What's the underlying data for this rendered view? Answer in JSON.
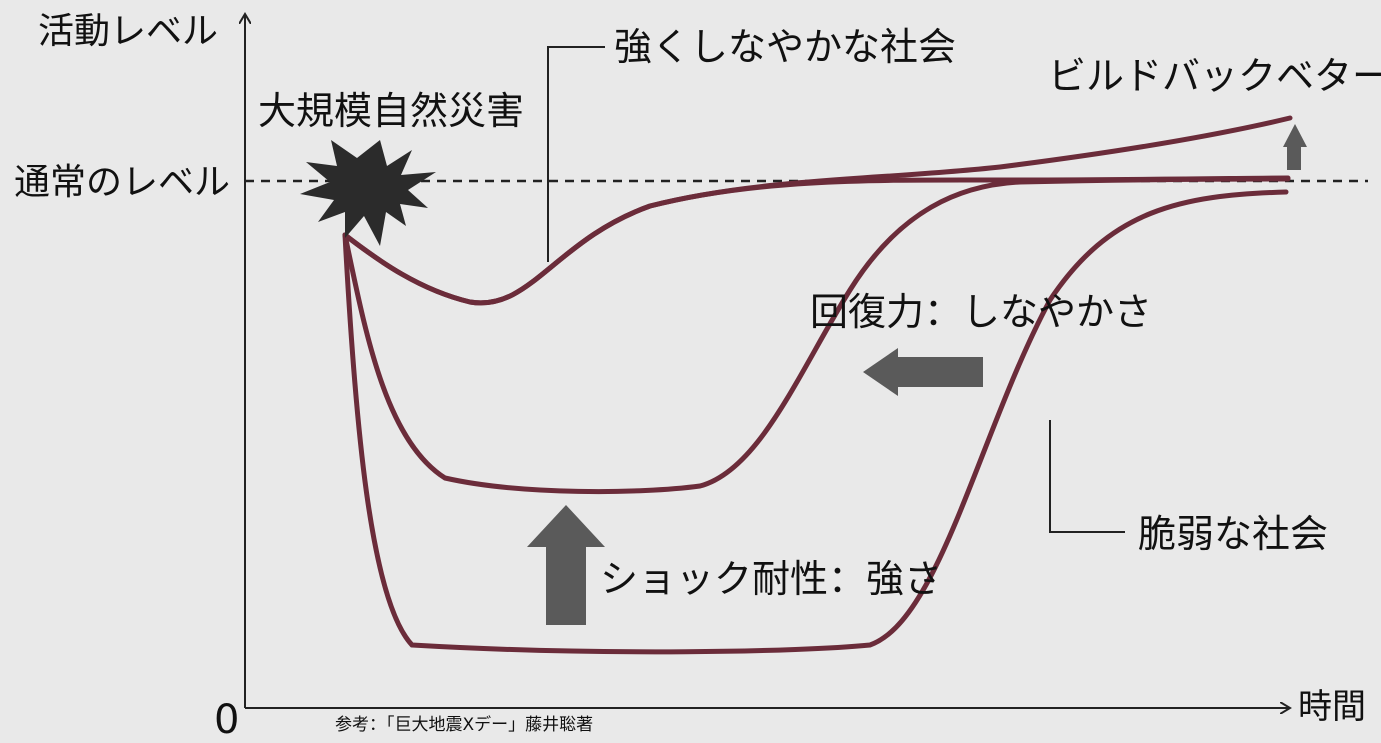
{
  "axes": {
    "y_label": "活動レベル",
    "x_label": "時間",
    "origin": "0",
    "baseline_label": "通常のレベル"
  },
  "labels": {
    "disaster": "大規模自然災害",
    "strong_society": "強くしなやかな社会",
    "build_back_better": "ビルドバックベター",
    "resilience": "回復力：しなやかさ",
    "shock_resistance": "ショック耐性：強さ",
    "fragile_society": "脆弱な社会"
  },
  "reference": "参考：「巨大地震Xデー」藤井聡著",
  "colors": {
    "curve": "#6b2c3a",
    "arrow": "#5a5a5a",
    "star": "#2b2b2b",
    "axis": "#222222",
    "background": "#e9e9e9"
  }
}
